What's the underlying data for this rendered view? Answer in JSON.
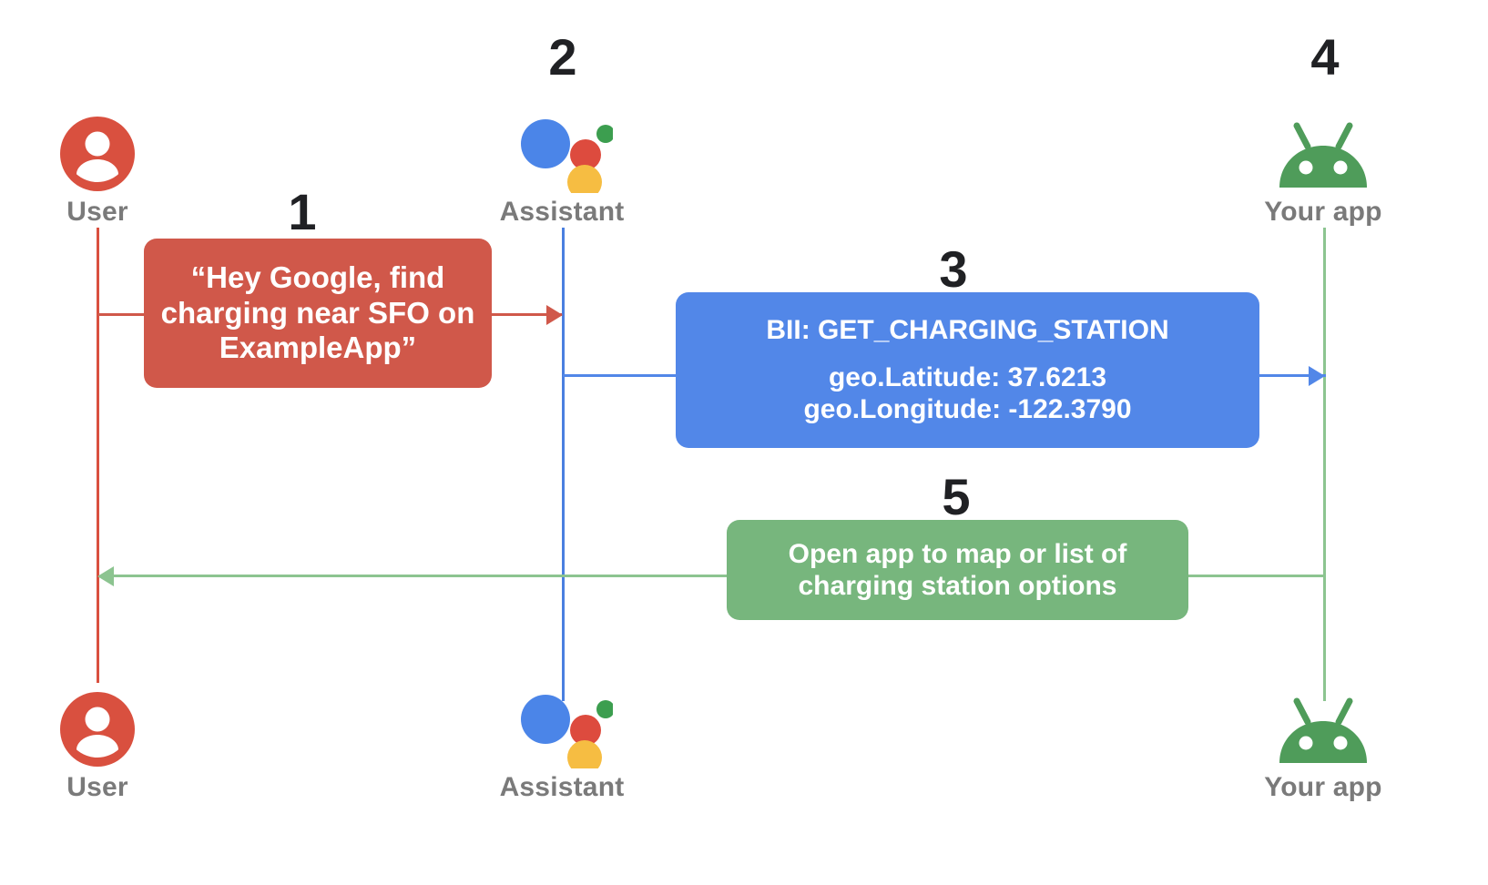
{
  "diagram": {
    "type": "sequence-diagram",
    "colors": {
      "user": "#d0584a",
      "assistant": "#5287e8",
      "app": "#77b67d",
      "step_number": "#202124",
      "actor_label": "#7a7a7a",
      "background": "#ffffff"
    },
    "actors": [
      {
        "id": "user",
        "label": "User",
        "icon": "user-avatar-icon"
      },
      {
        "id": "assistant",
        "label": "Assistant",
        "icon": "google-assistant-icon"
      },
      {
        "id": "app",
        "label": "Your app",
        "icon": "android-robot-icon"
      }
    ],
    "steps": [
      {
        "number": "1",
        "from": "user",
        "to": "assistant"
      },
      {
        "number": "2",
        "at": "assistant"
      },
      {
        "number": "3",
        "from": "assistant",
        "to": "app"
      },
      {
        "number": "4",
        "at": "app"
      },
      {
        "number": "5",
        "from": "app",
        "to": "user"
      }
    ],
    "messages": {
      "request": {
        "color": "red",
        "lines": [
          "“Hey Google, find",
          "charging near SFO on",
          "ExampleApp”"
        ]
      },
      "intent": {
        "color": "blue",
        "title": "BII: GET_CHARGING_STATION",
        "lines": [
          "geo.Latitude: 37.6213",
          "geo.Longitude:  -122.3790"
        ],
        "bii": "GET_CHARGING_STATION",
        "latitude": "37.6213",
        "longitude": "-122.3790"
      },
      "response": {
        "color": "green",
        "lines": [
          "Open app to map or list of",
          "charging station options"
        ]
      }
    }
  }
}
